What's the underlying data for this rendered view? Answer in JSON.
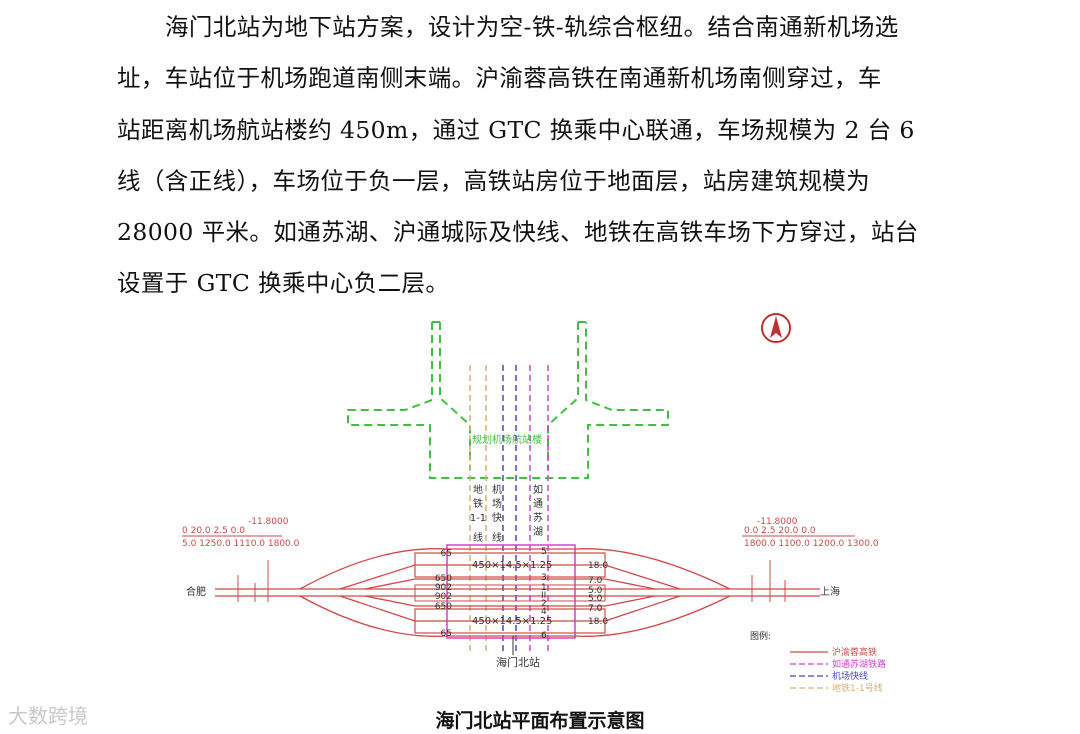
{
  "paragraph": {
    "lines": [
      "海门北站为地下站方案，设计为空-铁-轨综合枢纽。结合南通新机场选",
      "址，车站位于机场跑道南侧末端。沪渝蓉高铁在南通新机场南侧穿过，车",
      "站距离机场航站楼约 450m，通过 GTC 换乘中心联通，车场规模为 2 台 6",
      "线（含正线），车场位于负一层，高铁站房位于地面层，站房建筑规模为",
      "28000 平米。如通苏湖、沪通城际及快线、地铁在高铁车场下方穿过，站台",
      "设置于 GTC 换乘中心负二层。"
    ]
  },
  "diagram": {
    "terminal_label": "规划机场航站楼",
    "vertical_labels": {
      "metro": "地铁1-1线",
      "airport": "机场快线",
      "rutong": "如通苏湖"
    },
    "left_profile": {
      "top": "-11.8000",
      "row1": "0    20.0  2.5  0.0",
      "row2": "5.0 1250.0 1110.0 1800.0"
    },
    "right_profile": {
      "top": "-11.8000",
      "row1": "0.0  2.5  20.0  0.0",
      "row2": "1800.0 1100.0 1200.0 1300.0"
    },
    "platform_label": "450×14.5×1.25",
    "track_numbers": [
      "5",
      "3",
      "1",
      "II",
      "2",
      "4",
      "6"
    ],
    "left_spacings": [
      "65",
      "650",
      "902",
      "902",
      "650",
      "65"
    ],
    "right_spacings": [
      "18.0",
      "7.0",
      "5.0",
      "5.0",
      "7.0",
      "18.0"
    ],
    "left_city": "合肥",
    "right_city": "上海",
    "station_label": "海门北站",
    "legend": {
      "title": "图例:",
      "items": [
        {
          "label": "沪渝蓉高铁",
          "color": "#d04848"
        },
        {
          "label": "如通苏湖铁路",
          "color": "#d040d0"
        },
        {
          "label": "机场快线",
          "color": "#4848c8"
        },
        {
          "label": "地铁1-1号线",
          "color": "#d8b070"
        }
      ]
    },
    "colors": {
      "hsr": "#d04848",
      "rutong": "#d040d0",
      "airport": "#4848c8",
      "metro": "#d8b070",
      "terminal": "#40c040"
    }
  },
  "caption": "海门北站平面布置示意图",
  "watermark": "大数跨境"
}
